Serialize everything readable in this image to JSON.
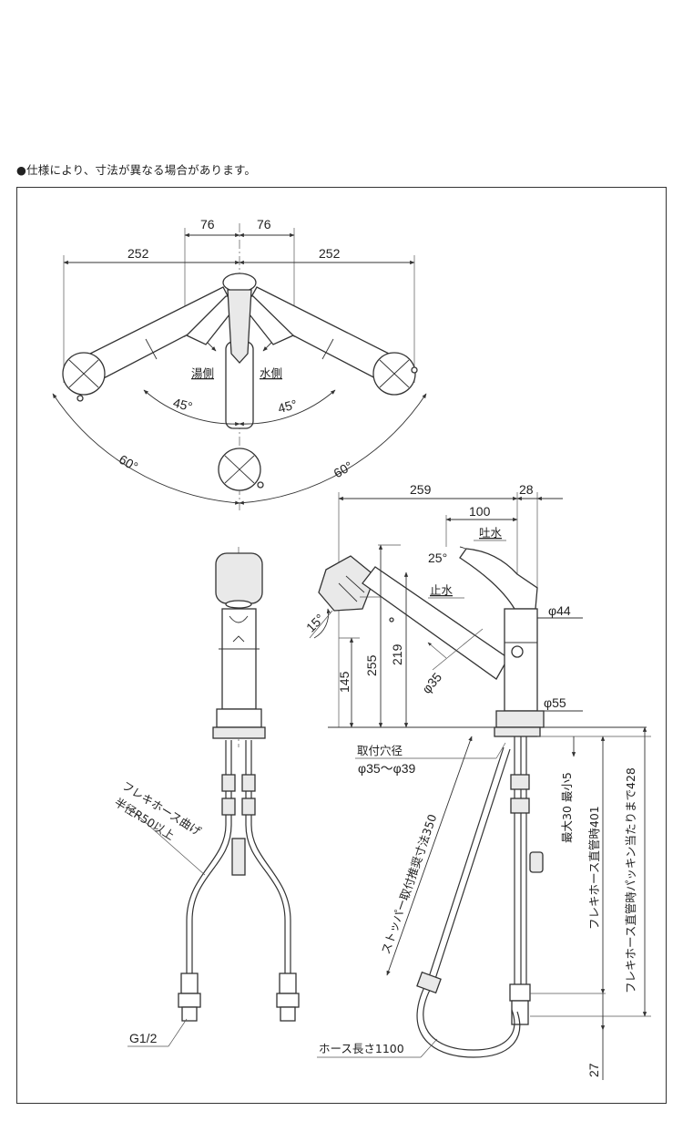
{
  "note": "●仕様により、寸法が異なる場合があります。",
  "top_view": {
    "dim_left_76": "76",
    "dim_right_76": "76",
    "dim_left_252": "252",
    "dim_right_252": "252",
    "label_hot": "湯側",
    "label_cold": "水側",
    "angle_left_45": "45°",
    "angle_right_45": "45°",
    "angle_left_60": "60°",
    "angle_right_60": "60°"
  },
  "side_view": {
    "dim_259": "259",
    "dim_28": "28",
    "dim_100": "100",
    "label_spout": "吐水",
    "angle_25": "25°",
    "label_stop": "止水",
    "angle_15": "15°",
    "dim_phi44": "φ44",
    "dim_phi55": "φ55",
    "dim_phi35": "φ35",
    "dim_145": "145",
    "dim_255": "255",
    "dim_219": "219",
    "mount_hole_label": "取付穴径",
    "mount_hole_value": "φ35～φ39",
    "stopper_label": "ストッパー取付推奨寸法350",
    "max_min_label": "最大30 最小5",
    "flex_straight_401": "フレキホース直管時401",
    "flex_straight_428": "フレキホース直管時パッキン当たりまで428",
    "hose_length": "ホース長さ1100",
    "dim_27": "27"
  },
  "front_view": {
    "flex_bend_label_1": "フレキホース曲げ",
    "flex_bend_label_2": "半径R50以上",
    "thread_label": "G1/2"
  }
}
